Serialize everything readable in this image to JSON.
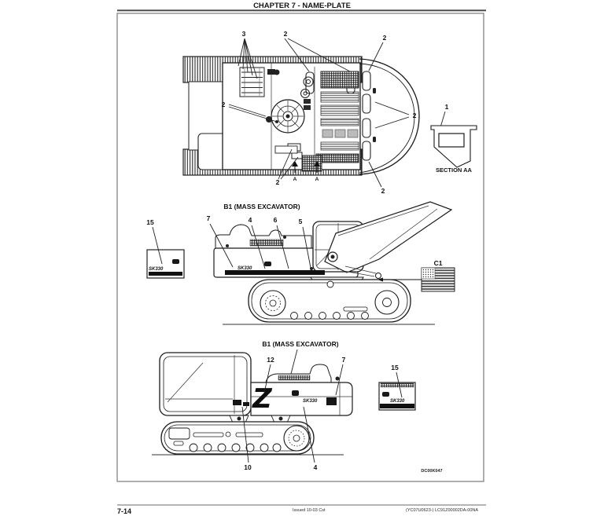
{
  "header": {
    "title": "CHAPTER 7 - NAME-PLATE"
  },
  "figure": {
    "top_view": {
      "callout_1": "1",
      "callout_2": "2",
      "callout_3": "3",
      "section_label": "SECTION AA",
      "section_arrow_label": "A"
    },
    "middle_view": {
      "title": "B1 (MASS EXCAVATOR)",
      "callout_15": "15",
      "callout_7": "7",
      "callout_4": "4",
      "callout_6": "6",
      "callout_5": "5",
      "flag_label": "C1",
      "nameplate_decal_text": "SK330",
      "machine_decal_text": "SK330"
    },
    "bottom_view": {
      "title": "B1 (MASS EXCAVATOR)",
      "callout_12": "12",
      "callout_7": "7",
      "callout_15": "15",
      "callout_10": "10",
      "callout_4": "4",
      "logo_text": "Z",
      "machine_decal_text": "SK330",
      "nameplate_decal_text": "SK330"
    },
    "drawing_code": "DC00K047"
  },
  "footer": {
    "page_number": "7-14",
    "issued": "Issued 10-03   Cst",
    "doc_code": "(YC07U0623-)   LC91Z00002DA-00NA"
  },
  "colors": {
    "ink": "#1a1a1a",
    "frame_border": "#777777",
    "decal_black": "#111111"
  }
}
